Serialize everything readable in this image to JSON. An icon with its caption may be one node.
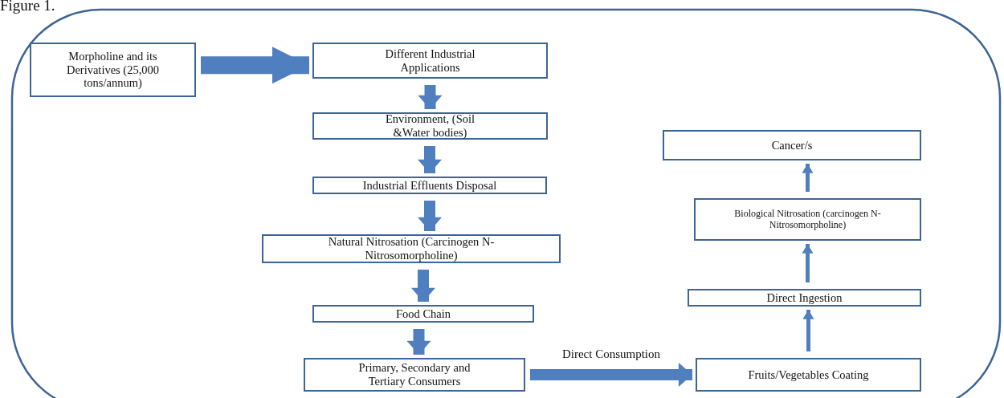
{
  "diagram": {
    "nodes": [
      {
        "text": [
          "Morpholine and its Derivatives (25,000 tons/annum)"
        ]
      },
      {
        "text": [
          "Different Industrial Applications"
        ]
      },
      {
        "text": [
          "Environment, (Soil &Water bodies)"
        ]
      },
      {
        "text": [
          "Industrial Effluents Disposal"
        ]
      },
      {
        "text": [
          "Natural Nitrosation (Carcinogen N-Nitrosomorpholine)"
        ]
      },
      {
        "text": [
          "Food Chain"
        ]
      },
      {
        "text": [
          "Primary, Secondary and Tertiary Consumers"
        ]
      },
      {
        "text": [
          "Fruits/Vegetables Coating"
        ]
      },
      {
        "text": [
          "Direct Ingestion"
        ]
      },
      {
        "text": [
          "Biological Nitrosation (carcinogen N-Nitrosomorpholine)"
        ]
      },
      {
        "text": [
          "Cancer/s"
        ]
      }
    ],
    "edges": [
      {
        "from": 0,
        "to": 1,
        "arrow": "to"
      },
      {
        "from": 1,
        "to": 2,
        "arrow": "to"
      },
      {
        "from": 2,
        "to": 3,
        "arrow": "to"
      },
      {
        "from": 3,
        "to": 4,
        "arrow": "to"
      },
      {
        "from": 4,
        "to": 5,
        "arrow": "to"
      },
      {
        "from": 5,
        "to": 6,
        "arrow": "to"
      },
      {
        "from": 6,
        "to": 7,
        "arrow": "to",
        "label": "Direct Consumption"
      },
      {
        "from": 7,
        "to": 8,
        "arrow": "to"
      },
      {
        "from": 8,
        "to": 9,
        "arrow": "to"
      },
      {
        "from": 9,
        "to": 10,
        "arrow": "to"
      }
    ],
    "labels": [
      "Figure 1."
    ]
  }
}
